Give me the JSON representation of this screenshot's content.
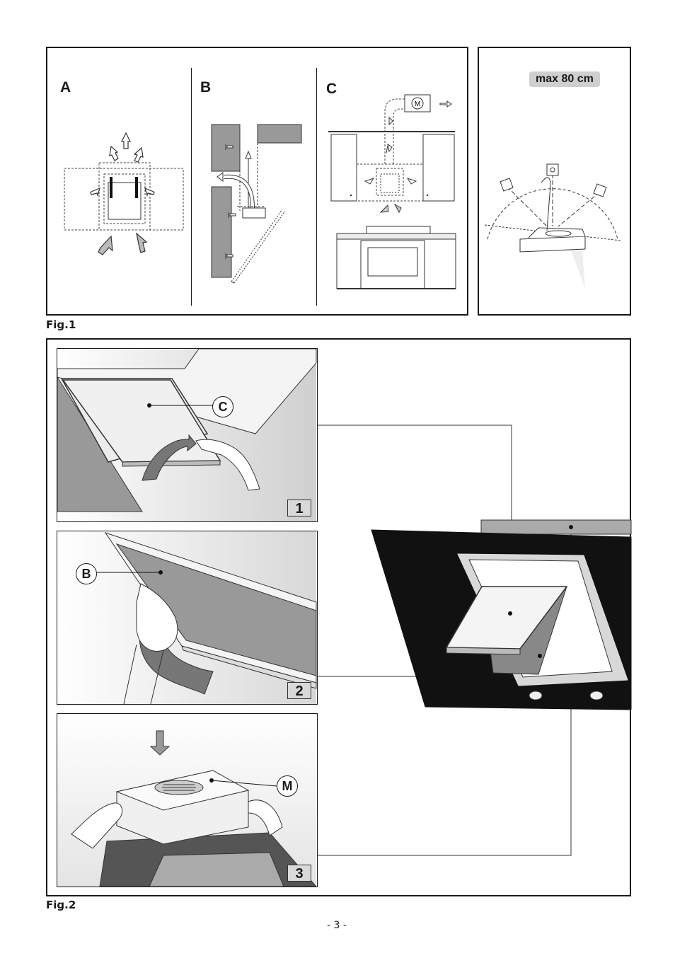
{
  "fig1": {
    "caption": "Fig.1",
    "panel_a": {
      "letter": "A"
    },
    "panel_b": {
      "letter": "B"
    },
    "panel_c": {
      "letter": "C",
      "motor_label": "M"
    },
    "max_label": "max 80 cm"
  },
  "fig2": {
    "caption": "Fig.2",
    "steps": [
      {
        "number": "1",
        "callout": "C"
      },
      {
        "number": "2",
        "callout": "B"
      },
      {
        "number": "3",
        "callout": "M"
      }
    ]
  },
  "page_number": "- 3 -"
}
